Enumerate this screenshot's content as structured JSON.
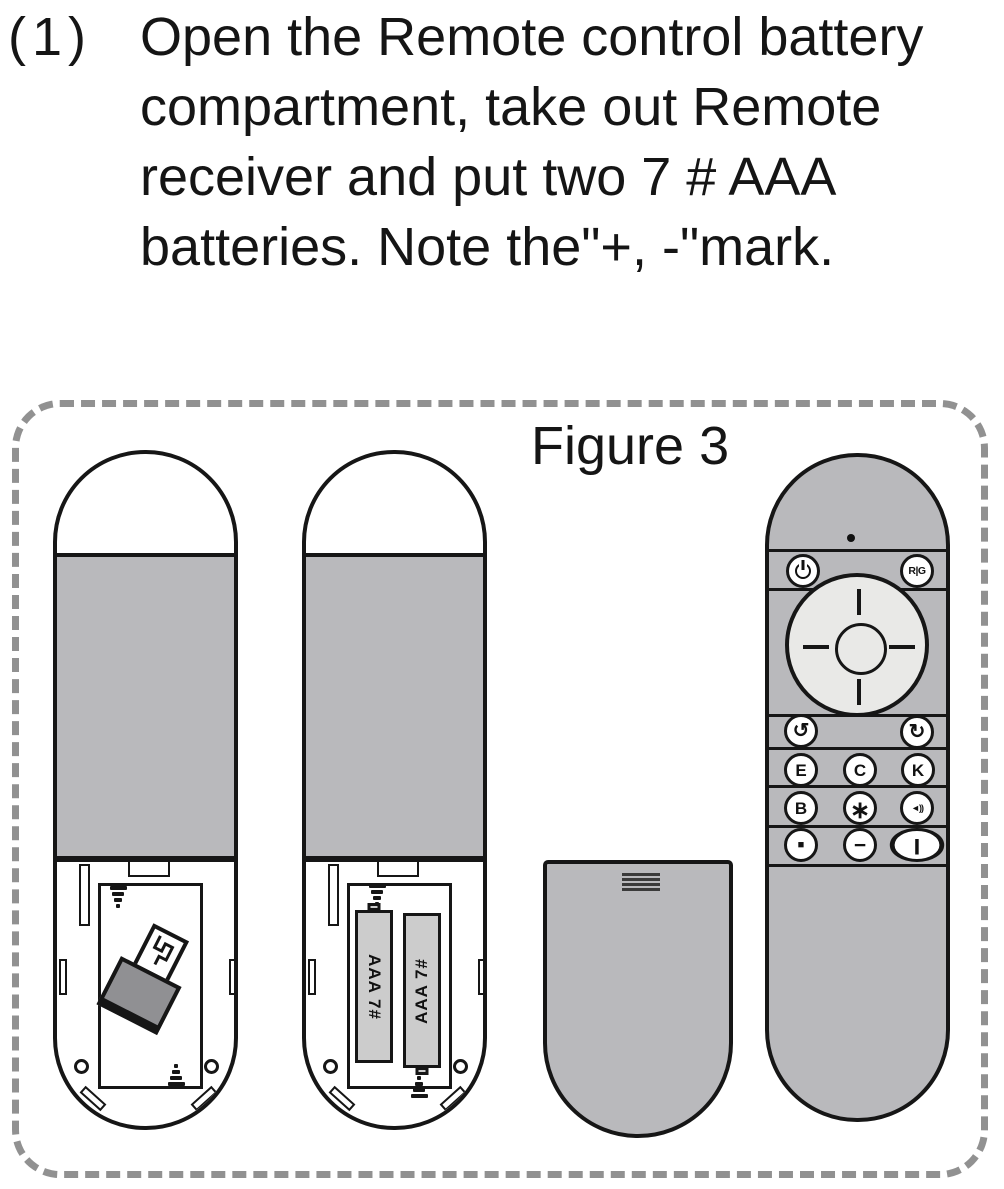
{
  "instruction": {
    "number": "(1)",
    "lines": [
      "Open the Remote control battery",
      "compartment, take out Remote",
      "receiver and put two 7 # AAA",
      "batteries. Note the\"+, -\"mark."
    ]
  },
  "figure": {
    "caption": "Figure 3",
    "battery_label": "AAA 7#",
    "colors": {
      "remote_body_gray": "#b9b9bc",
      "dpad_light_gray": "#e9e9e7",
      "battery_gray": "#cccccc",
      "dongle_gray": "#909093",
      "outline_black": "#161616",
      "dashed_border_gray": "#919191"
    },
    "front_buttons": {
      "power_icon": "power-icon",
      "mode": "R|G",
      "back": "↺",
      "refresh": "↻",
      "menu": "E",
      "c": "C",
      "k": "K",
      "b": "B",
      "settings": "∗",
      "volume": "◄))",
      "stop": "■",
      "minus": "−",
      "plus": "|"
    }
  }
}
